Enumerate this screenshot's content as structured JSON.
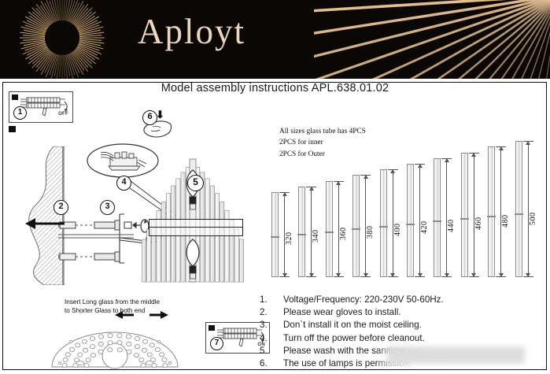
{
  "banner": {
    "brand": "Aployt",
    "logo_icon": "sunburst-icon",
    "rays_icon": "radiating-rays-icon",
    "background_color": "#0a0705",
    "accent_color": "#e9d6bd"
  },
  "document": {
    "title": "Model assembly instructions APL.638.01.02"
  },
  "steps": [
    {
      "number": "1",
      "switch_label": "OFF"
    },
    {
      "number": "2"
    },
    {
      "number": "3"
    },
    {
      "number": "4"
    },
    {
      "number": "5"
    },
    {
      "number": "6"
    },
    {
      "number": "7",
      "switch_label": "ON"
    }
  ],
  "captions": {
    "insert_note_line1": "Insert Long glass from the middle",
    "insert_note_line2": "to Shorter Glass to both end"
  },
  "glass_tubes": {
    "note_line1": "All sizes glass tube has 4PCS",
    "note_line2": "2PCS  for inner",
    "note_line3": "2PCS for Outer",
    "sizes": [
      "320",
      "340",
      "360",
      "380",
      "400",
      "420",
      "440",
      "460",
      "480",
      "500"
    ]
  },
  "instructions": [
    {
      "num": "1.",
      "text": "Voltage/Frequency: 220-230V 50-60Hz."
    },
    {
      "num": "2.",
      "text": "Please wear gloves to install."
    },
    {
      "num": "3.",
      "text": "Don`t install it on the moist ceiling."
    },
    {
      "num": "4.",
      "text": "Turn off the power before cleanout."
    },
    {
      "num": "5.",
      "text": "Please wash with the sanitizer without corrosivity."
    },
    {
      "num": "6.",
      "text": "The use of lamps is permissible"
    }
  ]
}
